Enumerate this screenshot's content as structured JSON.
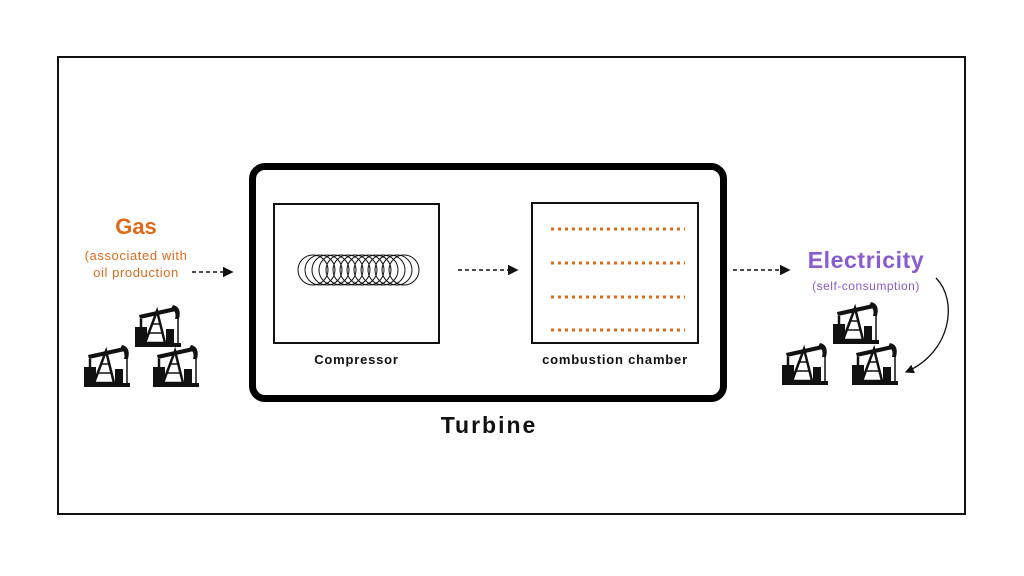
{
  "input": {
    "title": "Gas",
    "subtitle": "(associated with oil production",
    "color": "#e06a1b"
  },
  "turbine": {
    "title": "Turbine",
    "compressor_label": "Compressor",
    "combustion_label": "combustion chamber"
  },
  "output": {
    "title": "Electricity",
    "subtitle": "(self-consumption)",
    "color": "#8a5ad0"
  },
  "icons": [
    "pumpjack-icon",
    "coil-icon",
    "flame-dots-icon",
    "curved-arrow-icon"
  ]
}
